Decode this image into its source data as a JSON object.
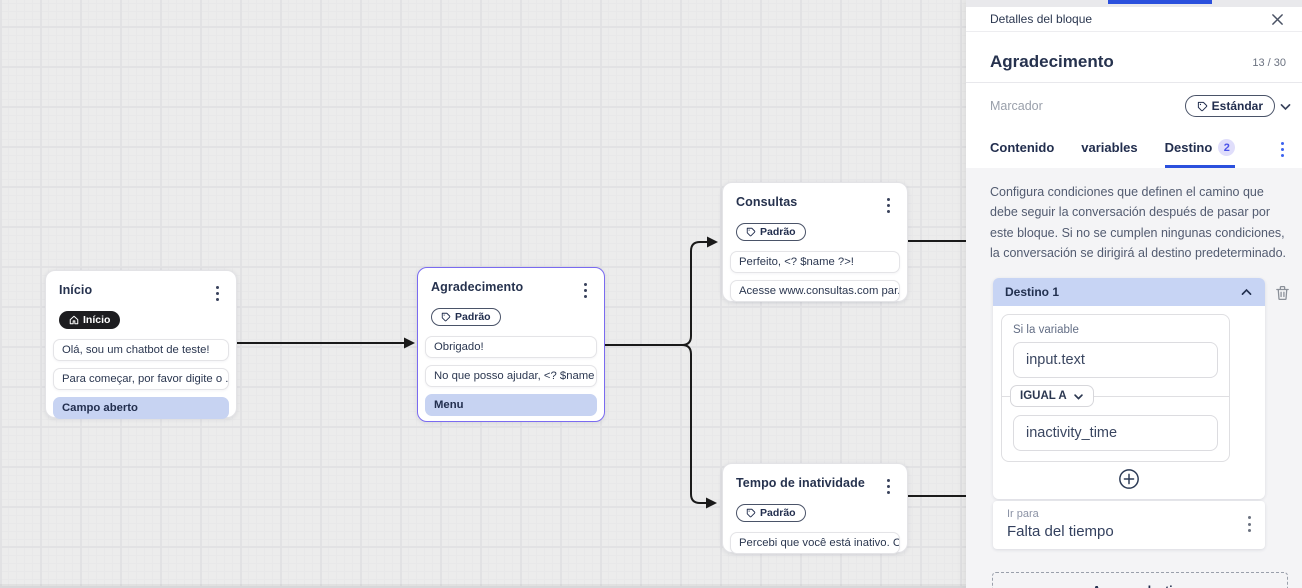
{
  "colors": {
    "accent_blue": "#2b50dd",
    "selection_purple": "#7a6bf0",
    "row_highlight": "#c7d3f2",
    "destino_header_bg": "#c7d4f4",
    "tab_badge_bg": "#e0defb",
    "edge_color": "#1a1a1a"
  },
  "canvas": {
    "nodes": [
      {
        "title": "Início",
        "badge": "Início",
        "rows": [
          {
            "text": "Olá, sou um chatbot de teste!"
          },
          {
            "text": "Para começar, por favor digite o ..."
          },
          {
            "text": "Campo aberto"
          }
        ]
      },
      {
        "title": "Agradecimento",
        "badge": "Padrão",
        "rows": [
          {
            "text": "Obrigado!"
          },
          {
            "text": "No que posso ajudar, <? $name ..."
          },
          {
            "text": "Menu"
          }
        ]
      },
      {
        "title": "Consultas",
        "badge": "Padrão",
        "rows": [
          {
            "text": "Perfeito, <? $name ?>!"
          },
          {
            "text": "Acesse www.consultas.com par..."
          }
        ]
      },
      {
        "title": "Tempo de inatividade",
        "badge": "Padrão",
        "rows": [
          {
            "text": "Percebi que você está inativo. C..."
          }
        ]
      }
    ]
  },
  "panel": {
    "header_title": "Detalles del bloque",
    "block_name": "Agradecimento",
    "char_counter": "13 / 30",
    "marcador_label": "Marcador",
    "marcador_value": "Estándar",
    "tabs": [
      {
        "label": "Contenido"
      },
      {
        "label": "variables"
      },
      {
        "label": "Destino",
        "badge": "2"
      }
    ],
    "description": "Configura condiciones que definen el camino que debe seguir la conversación después de pasar por este bloque. Si no se cumplen ningunas condiciones, la conversación se dirigirá al destino predeterminado.",
    "destino": {
      "title": "Destino 1",
      "condition_label": "Si la variable",
      "variable_value": "input.text",
      "operator": "IGUAL A",
      "value": "inactivity_time",
      "goto_label": "Ir para",
      "goto_value": "Falta del tiempo"
    },
    "add_destination_label": "Agregar destino"
  }
}
